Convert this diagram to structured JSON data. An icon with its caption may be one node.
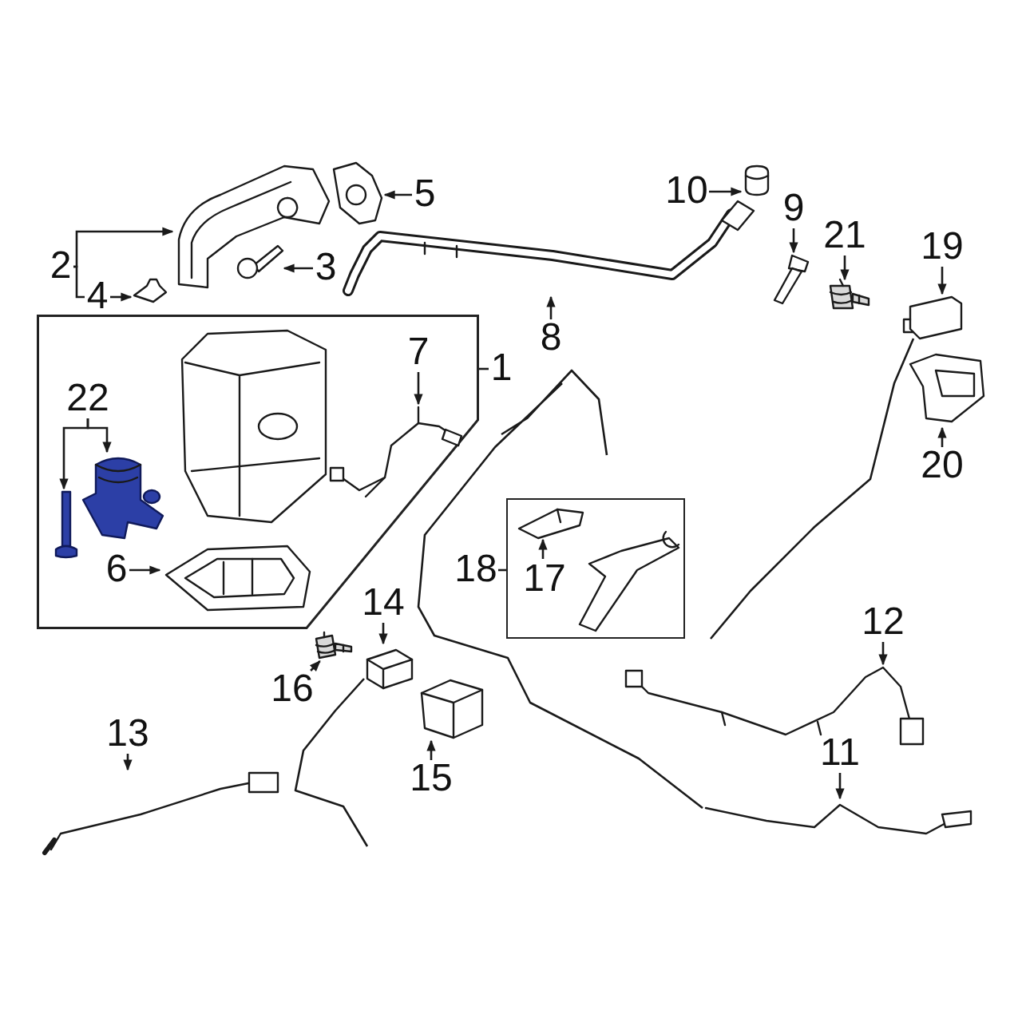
{
  "diagram": {
    "nodes": [
      {
        "text": [
          "2"
        ]
      },
      {
        "text": [],
        "shape": "picture"
      },
      {
        "text": [
          "4"
        ]
      },
      {
        "text": [],
        "shape": "picture"
      },
      {
        "text": [],
        "shape": "picture"
      },
      {
        "text": [
          "3"
        ]
      },
      {
        "text": [],
        "shape": "picture"
      },
      {
        "text": [
          "5"
        ]
      },
      {
        "text": [],
        "shape": "picture"
      },
      {
        "text": [
          "8"
        ]
      },
      {
        "text": [
          "10"
        ]
      },
      {
        "text": [],
        "shape": "picture"
      },
      {
        "text": [
          "9"
        ]
      },
      {
        "text": [],
        "shape": "picture"
      },
      {
        "text": [
          "21"
        ]
      },
      {
        "text": [],
        "shape": "picture"
      },
      {
        "text": [
          "19"
        ]
      },
      {
        "text": [],
        "shape": "picture"
      },
      {
        "text": [],
        "shape": "box"
      },
      {
        "text": [
          "1"
        ]
      },
      {
        "text": [],
        "shape": "picture",
        "in": 18
      },
      {
        "text": [
          "7"
        ],
        "in": 18
      },
      {
        "text": [],
        "shape": "picture",
        "in": 18
      },
      {
        "text": [
          "22"
        ],
        "in": 18
      },
      {
        "text": [],
        "shape": "picture",
        "in": 18
      },
      {
        "text": [],
        "shape": "picture",
        "in": 18
      },
      {
        "text": [
          "6"
        ],
        "in": 18
      },
      {
        "text": [],
        "shape": "picture",
        "in": 18
      },
      {
        "text": [
          "20"
        ]
      },
      {
        "text": [],
        "shape": "picture"
      },
      {
        "text": [],
        "shape": "box"
      },
      {
        "text": [
          "18"
        ]
      },
      {
        "text": [
          "17"
        ],
        "in": 30
      },
      {
        "text": [],
        "shape": "picture",
        "in": 30
      },
      {
        "text": [],
        "shape": "picture",
        "in": 30
      },
      {
        "text": [
          "14"
        ]
      },
      {
        "text": [],
        "shape": "picture"
      },
      {
        "text": [
          "16"
        ]
      },
      {
        "text": [],
        "shape": "picture"
      },
      {
        "text": [
          "15"
        ]
      },
      {
        "text": [],
        "shape": "picture"
      },
      {
        "text": [
          "13"
        ]
      },
      {
        "text": [],
        "shape": "picture"
      },
      {
        "text": [
          "12"
        ]
      },
      {
        "text": [],
        "shape": "picture"
      },
      {
        "text": [
          "11"
        ]
      },
      {
        "text": [],
        "shape": "picture"
      }
    ],
    "edges": [
      {
        "from": 0,
        "to": 1,
        "arrow": "to"
      },
      {
        "from": 0,
        "to": 2,
        "arrow": "none"
      },
      {
        "from": 2,
        "to": 3,
        "arrow": "to"
      },
      {
        "from": 5,
        "to": 4,
        "arrow": "to"
      },
      {
        "from": 7,
        "to": 6,
        "arrow": "to"
      },
      {
        "from": 9,
        "to": 8,
        "arrow": "to"
      },
      {
        "from": 10,
        "to": 11,
        "arrow": "to"
      },
      {
        "from": 12,
        "to": 13,
        "arrow": "to"
      },
      {
        "from": 14,
        "to": 15,
        "arrow": "to"
      },
      {
        "from": 16,
        "to": 17,
        "arrow": "to"
      },
      {
        "from": 19,
        "to": 18,
        "arrow": "none"
      },
      {
        "from": 21,
        "to": 22,
        "arrow": "to"
      },
      {
        "from": 23,
        "to": 24,
        "arrow": "to"
      },
      {
        "from": 23,
        "to": 25,
        "arrow": "to"
      },
      {
        "from": 26,
        "to": 27,
        "arrow": "to"
      },
      {
        "from": 28,
        "to": 29,
        "arrow": "to"
      },
      {
        "from": 31,
        "to": 30,
        "arrow": "none"
      },
      {
        "from": 32,
        "to": 33,
        "arrow": "to"
      },
      {
        "from": 35,
        "to": 36,
        "arrow": "to"
      },
      {
        "from": 37,
        "to": 38,
        "arrow": "to"
      },
      {
        "from": 39,
        "to": 40,
        "arrow": "to"
      },
      {
        "from": 41,
        "to": 42,
        "arrow": "to"
      },
      {
        "from": 43,
        "to": 44,
        "arrow": "to"
      },
      {
        "from": 45,
        "to": 46,
        "arrow": "to"
      }
    ]
  }
}
